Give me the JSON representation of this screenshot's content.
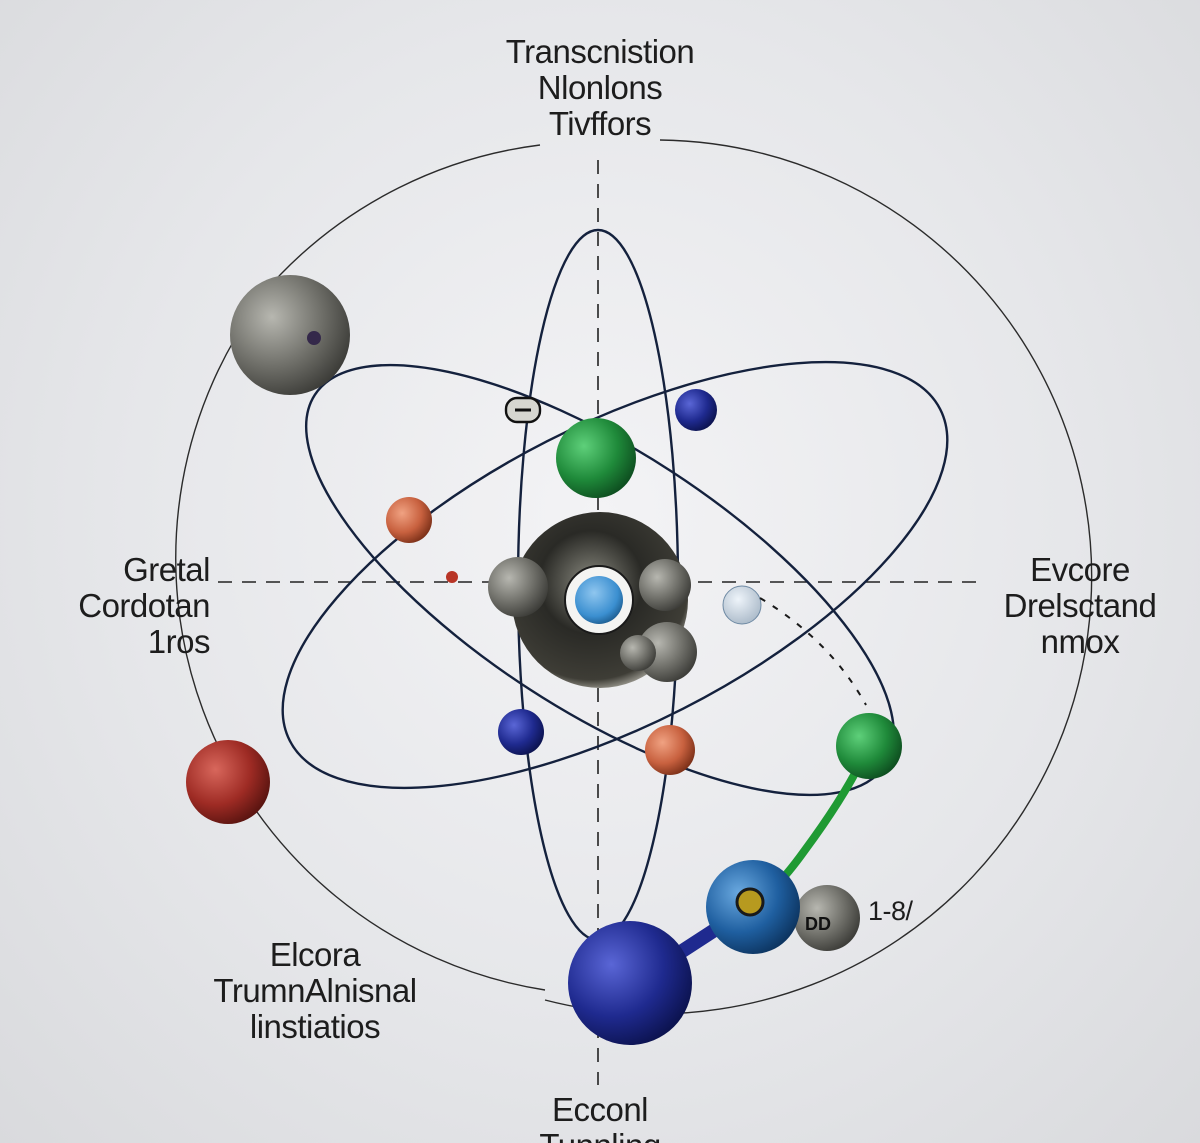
{
  "labels": {
    "top": [
      "Transcnistion",
      "Nlonlons",
      "Tivffors"
    ],
    "left": [
      "Gretal",
      "Cordotan",
      "1ros"
    ],
    "right": [
      "Evcore",
      "Drelsctand",
      "nmox"
    ],
    "bottom_left": [
      "Elcora",
      "TrumnAlnisnal",
      "linstiatios"
    ],
    "bottom": [
      "Ecconl",
      "Tunnling"
    ],
    "percent": "1-8/",
    "badge": "DD"
  },
  "colors": {
    "background": "#e6e7ea",
    "orbit_stroke": "#14213d",
    "ring_stroke": "#2b2b2b",
    "nucleus_core": "#3a3a36",
    "nucleus_center": "#3b8fd0",
    "green": "#1f8a3a",
    "navy": "#1f2a8f",
    "orange": "#c8613f",
    "gray": "#6e6e68",
    "red": "#9e2b24",
    "blue": "#1f5fa0"
  }
}
